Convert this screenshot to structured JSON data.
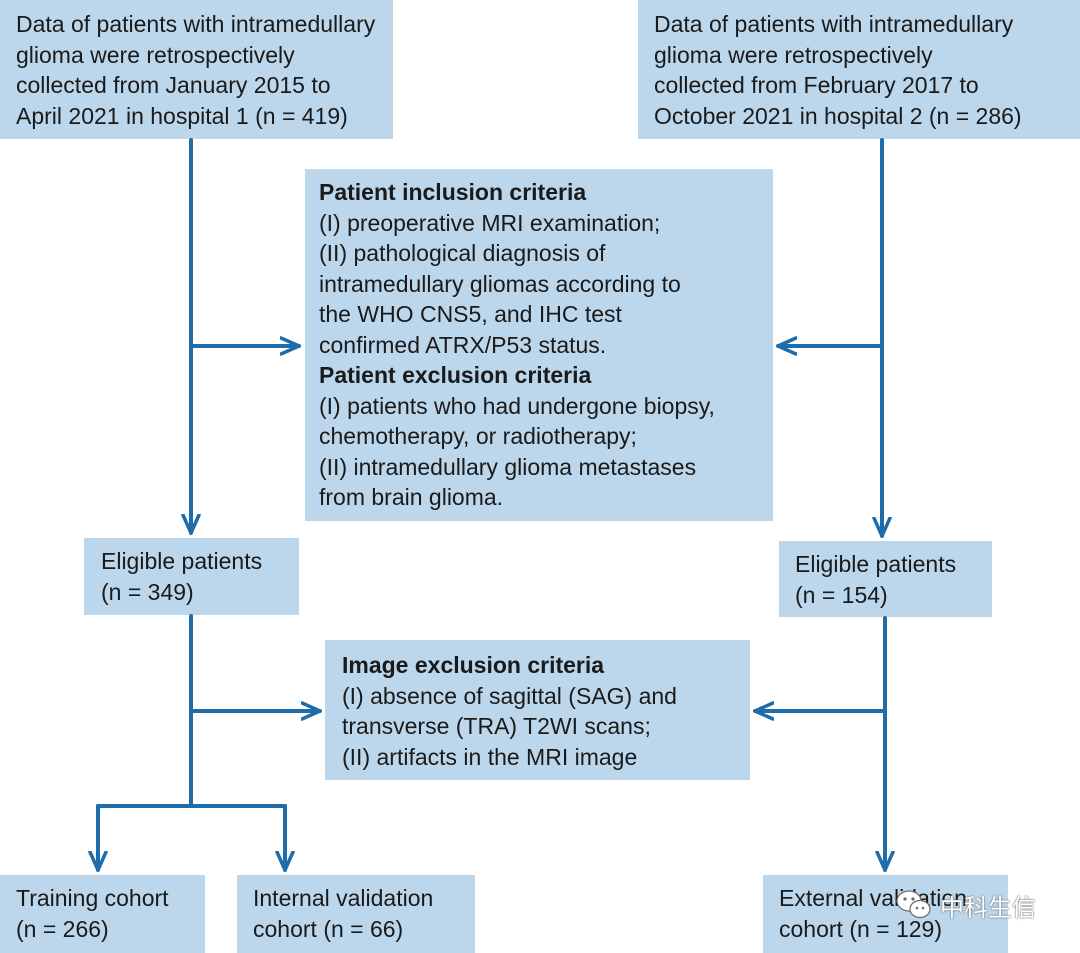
{
  "boxes": {
    "source_hospital_1": {
      "lines": [
        "Data of patients with intramedullary",
        "glioma were retrospectively",
        "collected from January 2015 to",
        "April 2021 in hospital 1 (n = 419)"
      ]
    },
    "source_hospital_2": {
      "lines": [
        "Data of patients with intramedullary",
        "glioma were retrospectively",
        "collected from February 2017 to",
        "October 2021 in hospital 2 (n = 286)"
      ]
    },
    "patient_criteria": {
      "inclusion_heading": "Patient inclusion criteria",
      "inclusion_lines": [
        "(I) preoperative MRI examination;",
        "(II) pathological diagnosis of",
        "intramedullary gliomas according to",
        "the WHO CNS5, and IHC test",
        "confirmed ATRX/P53 status."
      ],
      "exclusion_heading": "Patient exclusion criteria",
      "exclusion_lines": [
        "(I) patients who had undergone biopsy,",
        "chemotherapy, or radiotherapy;",
        "(II) intramedullary glioma metastases",
        "from brain glioma."
      ]
    },
    "eligible_hospital_1": {
      "lines": [
        "Eligible patients",
        "(n = 349)"
      ]
    },
    "eligible_hospital_2": {
      "lines": [
        "Eligible patients",
        "(n = 154)"
      ]
    },
    "image_criteria": {
      "heading": "Image exclusion criteria",
      "lines": [
        "(I) absence of sagittal (SAG) and",
        "transverse (TRA) T2WI scans;",
        "(II) artifacts in the MRI image"
      ]
    },
    "training_cohort": {
      "lines": [
        "Training cohort",
        "(n = 266)"
      ]
    },
    "internal_validation_cohort": {
      "lines": [
        "Internal validation",
        "cohort (n = 66)"
      ]
    },
    "external_validation_cohort": {
      "lines": [
        "External validation",
        "cohort (n = 129)"
      ]
    }
  },
  "watermark": {
    "text": "中科生信",
    "icon": "wechat-icon"
  },
  "colors": {
    "box_fill": "#bcd7ec",
    "arrow": "#1f6cab",
    "text": "#1a1a1a"
  }
}
